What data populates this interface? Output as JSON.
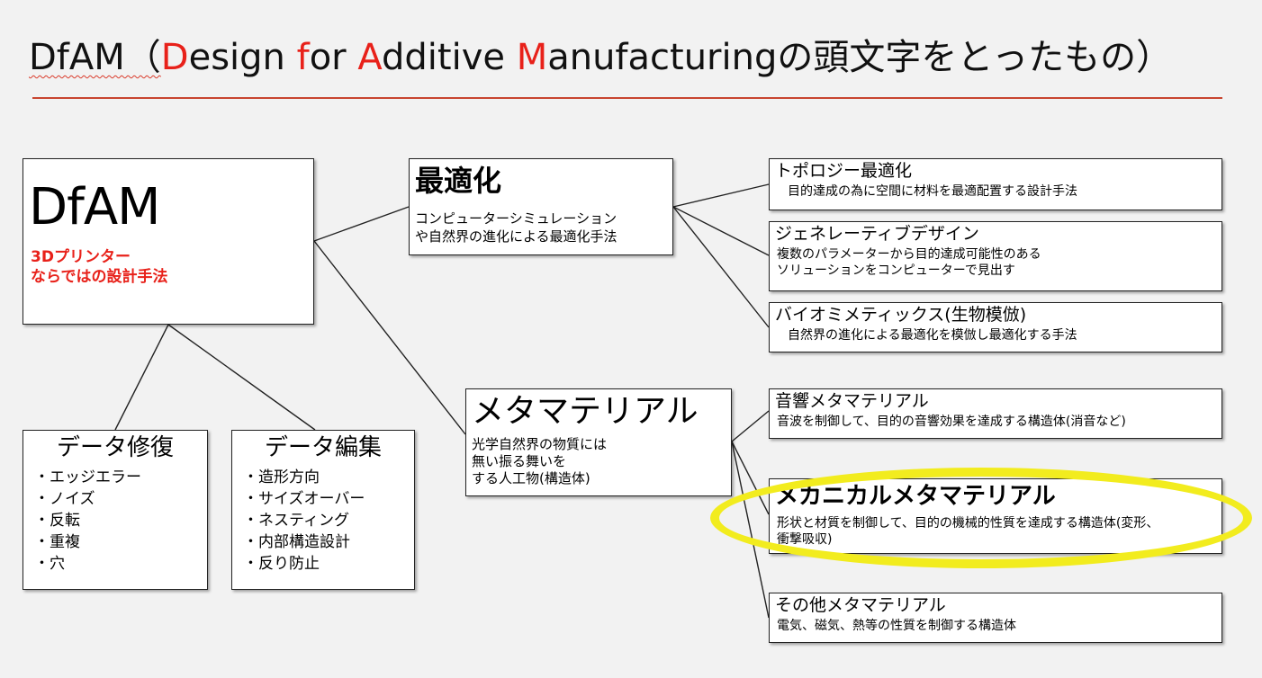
{
  "title": {
    "prefix": "DfAM（",
    "letter_d": "D",
    "word_esign": "esign ",
    "letter_f": "f",
    "word_or": "or ",
    "letter_a": "A",
    "word_dditive": "dditive ",
    "letter_m": "M",
    "suffix": "anufacturingの頭文字をとったもの）"
  },
  "dfam_box": {
    "heading": "DfAM",
    "subtitle": "3Dプリンター\nならではの設計手法"
  },
  "optimization": {
    "heading": "最適化",
    "description": "コンピューターシミュレーション\nや自然界の進化による最適化手法"
  },
  "metamaterial": {
    "heading": "メタマテリアル",
    "description": "光学自然界の物質には\n無い振る舞いを\nする人工物(構造体)"
  },
  "optimization_children": [
    {
      "heading": "トポロジー最適化",
      "description": "目的達成の為に空間に材料を最適配置する設計手法"
    },
    {
      "heading": "ジェネレーティブデザイン",
      "description": "  複数のパラメーターから目的達成可能性のある\nソリューションをコンピューターで見出す"
    },
    {
      "heading": "バイオミメティックス(生物模倣)",
      "description": "自然界の進化による最適化を模倣し最適化する手法"
    }
  ],
  "metamaterial_children": [
    {
      "heading": "音響メタマテリアル",
      "description": "音波を制御して、目的の音響効果を達成する構造体(消音など)"
    },
    {
      "heading": "メカニカルメタマテリアル",
      "description": "形状と材質を制御して、目的の機械的性質を達成する構造体(変形、\n衝撃吸収)"
    },
    {
      "heading": "その他メタマテリアル",
      "description": "電気、磁気、熱等の性質を制御する構造体"
    }
  ],
  "data_repair": {
    "heading": "データ修復",
    "items": [
      "エッジエラー",
      "ノイズ",
      "反転",
      "重複",
      "穴"
    ]
  },
  "data_edit": {
    "heading": "データ編集",
    "items": [
      "造形方向",
      "サイズオーバー",
      "ネスティング",
      "内部構造設計",
      "反り防止"
    ]
  },
  "colors": {
    "accent_red": "#e8211a",
    "rule": "#c8452f",
    "highlight_ring": "#f2ec1e"
  }
}
